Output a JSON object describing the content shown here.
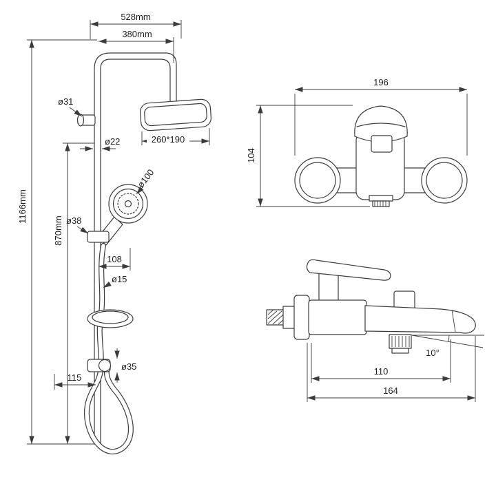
{
  "column": {
    "overall_width": "528mm",
    "arm_width": "380mm",
    "wall_bracket_diameter": "ø31",
    "pipe_diameter": "ø22",
    "head_size": "260*190",
    "handshower_diameter": "ø100",
    "slider_diameter": "ø38",
    "total_height": "1166mm",
    "lower_section_height": "870mm",
    "holder_offset": "108",
    "hose_diameter": "ø15",
    "bottom_bracket_diameter": "ø35",
    "bottom_offset": "115"
  },
  "mixer_front": {
    "width": "196",
    "height": "104"
  },
  "mixer_side": {
    "spout_angle": "10°",
    "spout_reach": "110",
    "overall_reach": "164"
  },
  "colors": {
    "line": "#3b3b3b",
    "text": "#1d1d1d",
    "background": "#ffffff"
  }
}
